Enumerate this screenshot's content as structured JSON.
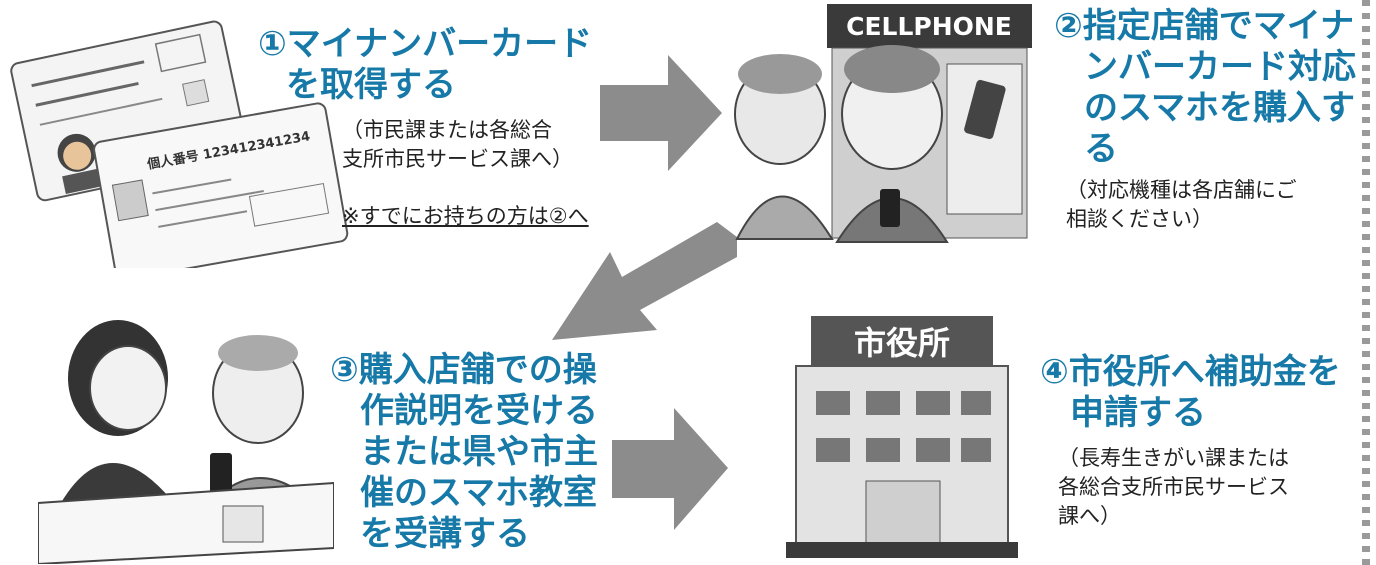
{
  "steps": [
    {
      "title_line1": "①マイナンバーカード",
      "title_line2": "を取得する",
      "note_line1": "（市民課または各総合",
      "note_line2": "支所市民サービス課へ）",
      "extra_note": "※すでにお持ちの方は②へ"
    },
    {
      "title_lines": [
        "②指定店舗でマイナ",
        "ンバーカード対応",
        "のスマホを購入す",
        "る"
      ],
      "note_lines": [
        "（対応機種は各店舗にご",
        "相談ください）"
      ]
    },
    {
      "title_lines": [
        "③購入店舗での操",
        "作説明を受ける",
        "または県や市主",
        "催のスマホ教室",
        "を受講する"
      ]
    },
    {
      "title_lines": [
        "④市役所へ補助金を",
        "申請する"
      ],
      "note_lines": [
        "（長寿生きがい課または",
        "各総合支所市民サービス",
        "課へ）"
      ]
    }
  ],
  "illustrations": {
    "shop_sign": "CELLPHONE",
    "city_hall_sign": "市役所",
    "card_number_label": "個人番号 123412341234"
  },
  "colors": {
    "title": "#1679a8",
    "arrow": "#8c8c8c",
    "note": "#222222"
  }
}
